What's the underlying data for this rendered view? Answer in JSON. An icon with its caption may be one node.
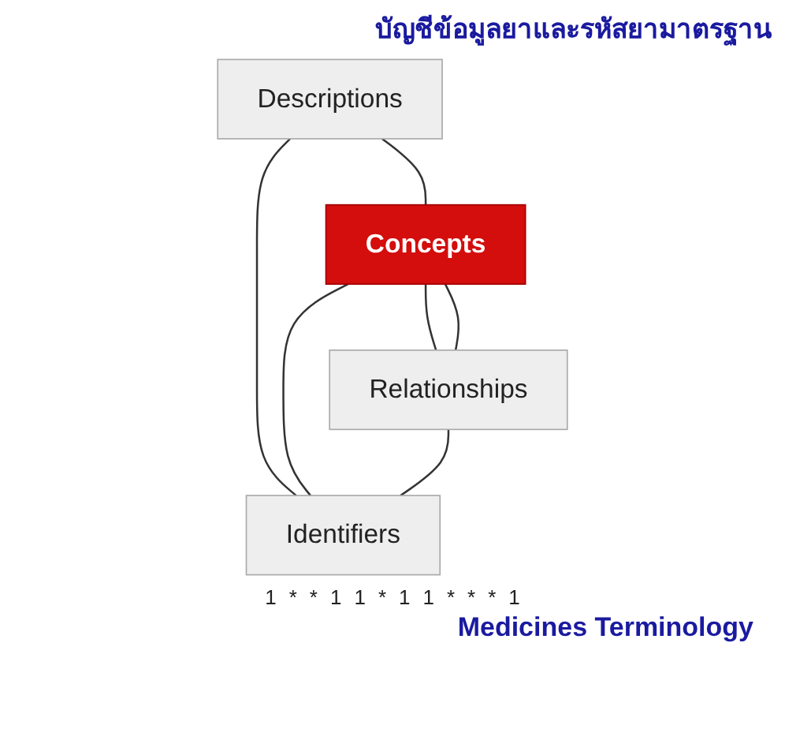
{
  "diagram": {
    "title": "บัญชีข้อมูลยาและรหัสยามาตรฐาน",
    "nodes": [
      {
        "text": [
          "Descriptions"
        ]
      },
      {
        "text": [
          "Concepts"
        ]
      },
      {
        "text": [
          "Identifiers"
        ]
      },
      {
        "text": [
          "Relationships"
        ]
      }
    ],
    "edges": [
      {
        "from": 0,
        "to": 1,
        "arrow": "none"
      },
      {
        "from": 0,
        "to": 2,
        "arrow": "none"
      },
      {
        "from": 1,
        "to": 2,
        "arrow": "none"
      },
      {
        "from": 1,
        "to": 3,
        "arrow": "none"
      },
      {
        "from": 1,
        "to": 3,
        "arrow": "none"
      },
      {
        "from": 3,
        "to": 2,
        "arrow": "none"
      }
    ],
    "labels": [
      "1",
      "*",
      "*",
      "1",
      "1",
      "*",
      "1",
      "1",
      "*",
      "*",
      "*",
      "1"
    ],
    "caption": "Medicines Terminology"
  }
}
